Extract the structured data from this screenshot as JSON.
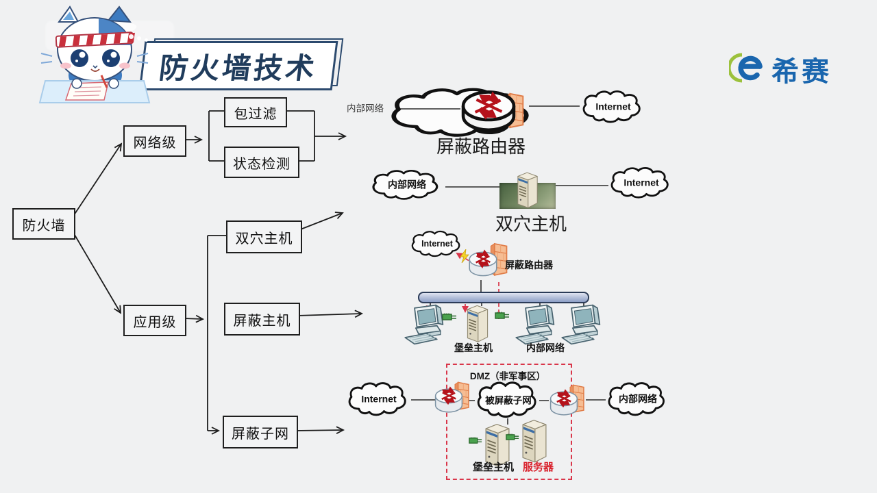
{
  "header": {
    "title": "防火墙技术",
    "brand": "希赛"
  },
  "tree": {
    "root": "防火墙",
    "network_level": "网络级",
    "app_level": "应用级",
    "packet_filter": "包过滤",
    "stateful_inspection": "状态检测",
    "dual_homed": "双穴主机",
    "screened_host": "屏蔽主机",
    "screened_subnet": "屏蔽子网"
  },
  "diagram_router": {
    "internal_label": "内部网络",
    "internet_label": "Internet",
    "caption": "屏蔽路由器"
  },
  "diagram_dual": {
    "internal_label": "内部网络",
    "internet_label": "Internet",
    "caption": "双穴主机"
  },
  "diagram_host": {
    "internet_label": "Internet",
    "router_label": "屏蔽路由器",
    "bastion_label": "堡垒主机",
    "internal_label": "内部网络"
  },
  "diagram_subnet": {
    "internet_label": "Internet",
    "dmz_label": "DMZ（非军事区）",
    "subnet_label": "被屏蔽子网",
    "internal_label": "内部网络",
    "bastion_label": "堡垒主机",
    "server_label": "服务器"
  },
  "colors": {
    "router_arrow_red": "#b5121b",
    "dashed_red": "#d9364a",
    "title_navy": "#203c5c",
    "brand_blue": "#1a66ae",
    "brand_green": "#9cc13c",
    "wall_orange": "#f0956a"
  }
}
